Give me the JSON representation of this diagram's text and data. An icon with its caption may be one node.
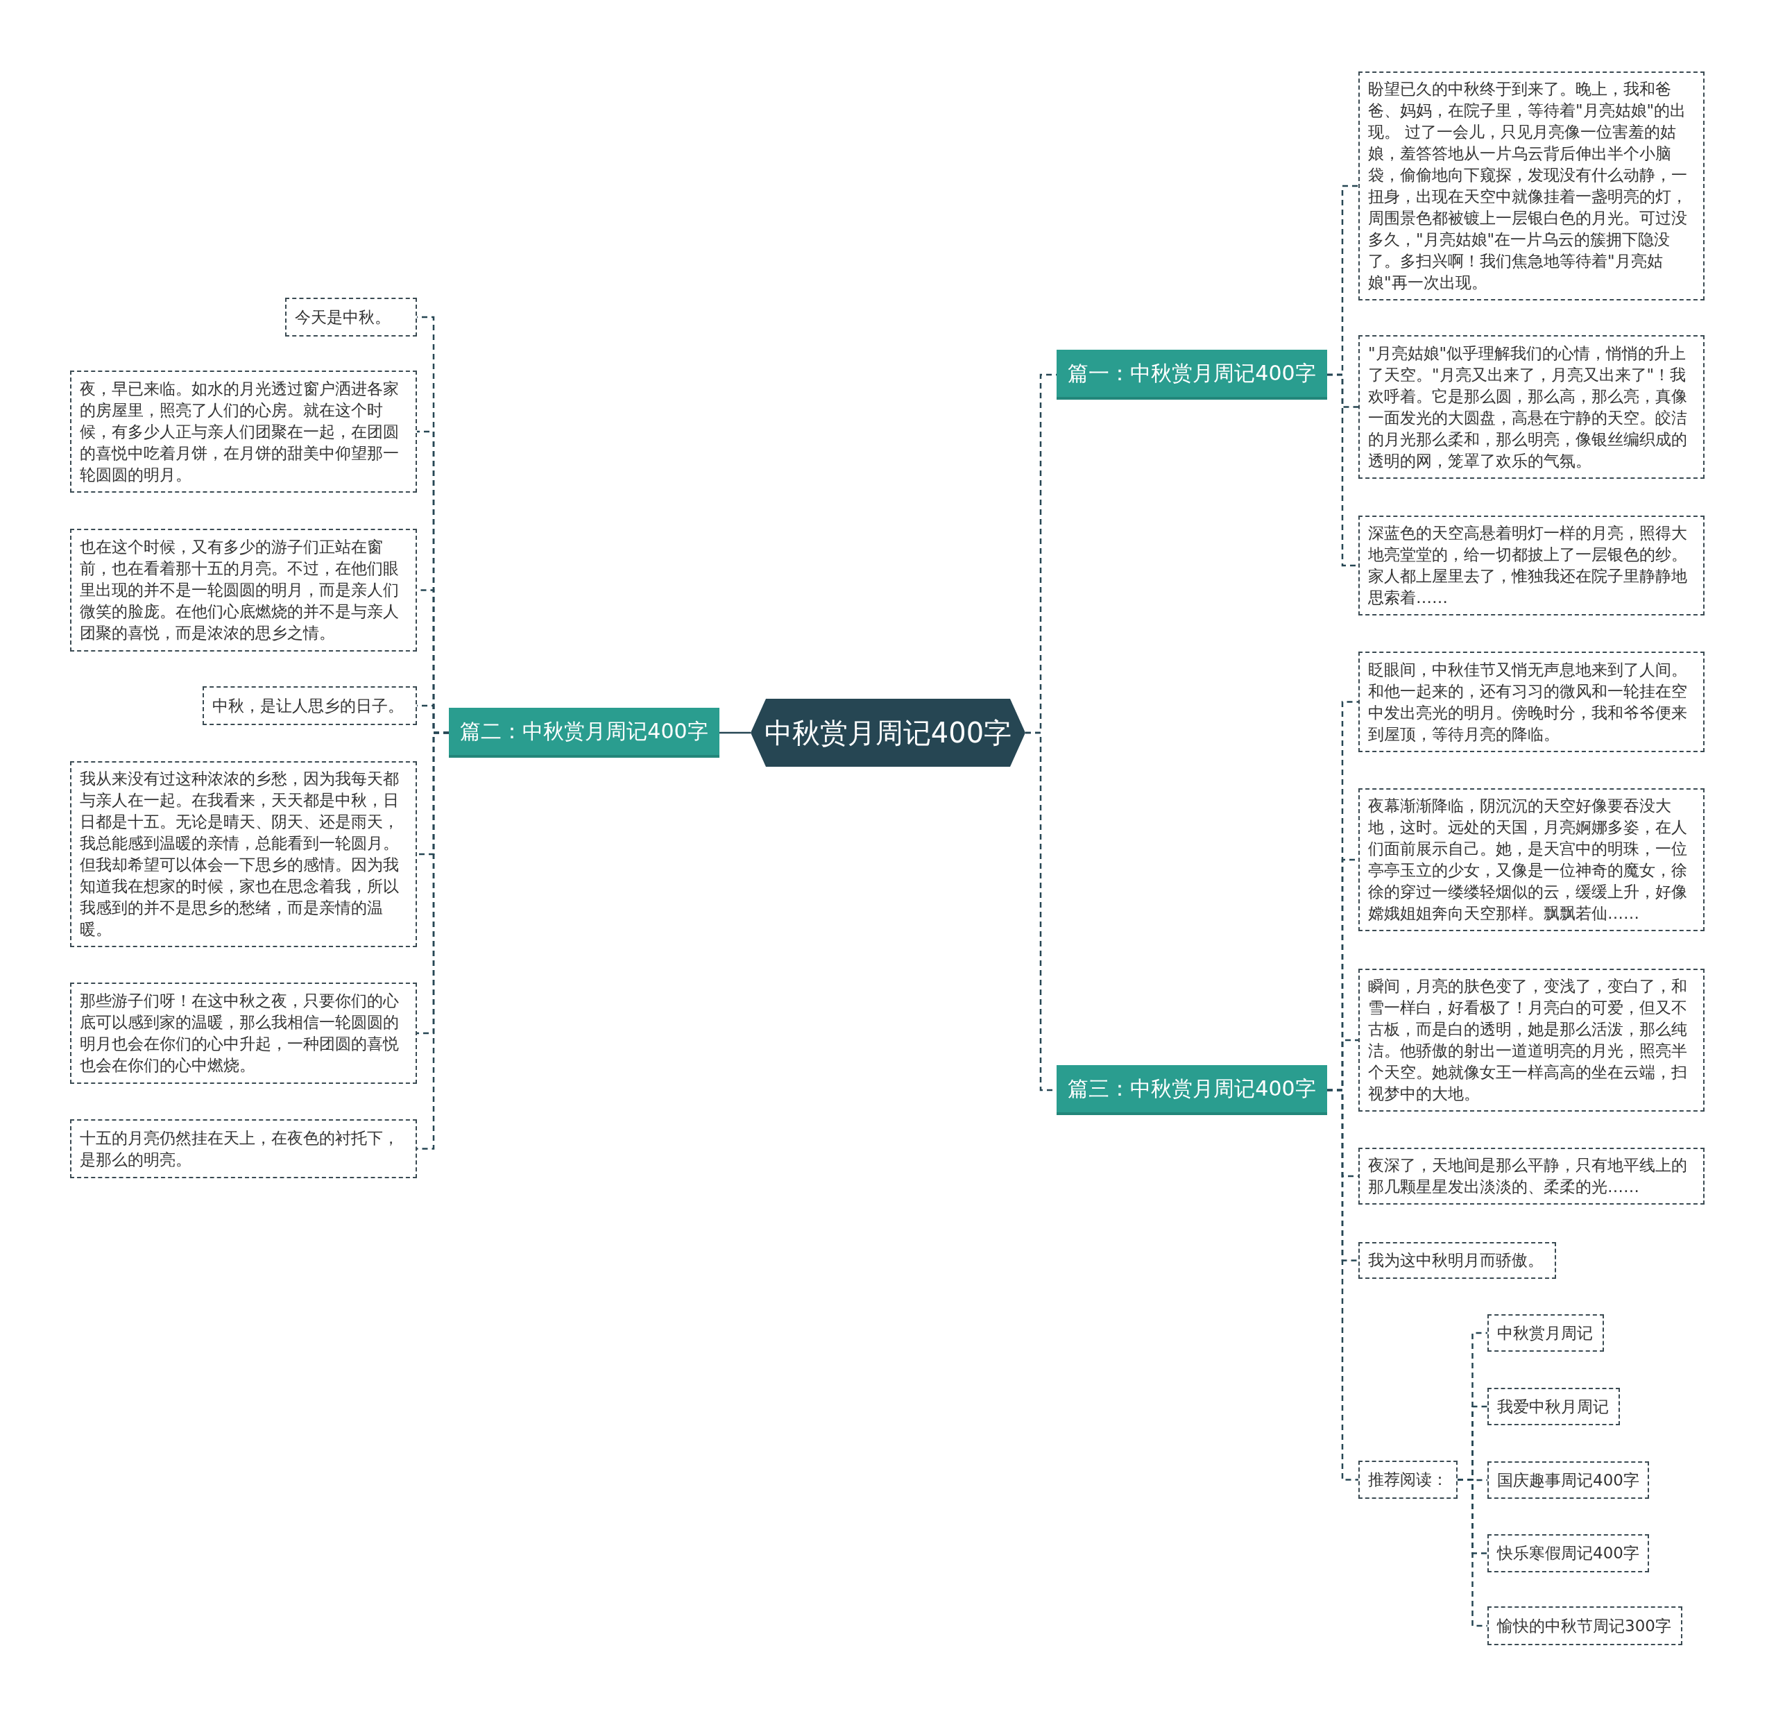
{
  "diagram": {
    "nodes": [
      {
        "text": [
          "中秋赏月周记400字"
        ]
      },
      {
        "text": [
          "篇一：中秋赏月周记400字"
        ]
      },
      {
        "text": [
          "篇二：中秋赏月周记400字"
        ]
      },
      {
        "text": [
          "篇三：中秋赏月周记400字"
        ]
      },
      {
        "text": [
          "盼望已久的中秋终于到来了。晚上，我和爸爸、妈妈，在院子里，等待着\"月亮姑娘\"的出现。 过了一会儿，只见月亮像一位害羞的姑娘，羞答答地从一片乌云背后伸出半个小脑袋，偷偷地向下窥探，发现没有什么动静，一扭身，出现在天空中就像挂着一盏明亮的灯，周围景色都被镀上一层银白色的月光。可过没多久，\"月亮姑娘\"在一片乌云的簇拥下隐没了。多扫兴啊！我们焦急地等待着\"月亮姑娘\"再一次出现。"
        ]
      },
      {
        "text": [
          "\"月亮姑娘\"似乎理解我们的心情，悄悄的升上了天空。\"月亮又出来了，月亮又出来了\"！我欢呼着。它是那么圆，那么高，那么亮，真像一面发光的大圆盘，高悬在宁静的天空。皎洁的月光那么柔和，那么明亮，像银丝编织成的透明的网，笼罩了欢乐的气氛。"
        ]
      },
      {
        "text": [
          "深蓝色的天空高悬着明灯一样的月亮，照得大地亮堂堂的，给一切都披上了一层银色的纱。家人都上屋里去了，惟独我还在院子里静静地思索着……"
        ]
      },
      {
        "text": [
          "眨眼间，中秋佳节又悄无声息地来到了人间。和他一起来的，还有习习的微风和一轮挂在空中发出亮光的明月。傍晚时分，我和爷爷便来到屋顶，等待月亮的降临。"
        ]
      },
      {
        "text": [
          "夜幕渐渐降临，阴沉沉的天空好像要吞没大地，这时。远处的天国，月亮婀娜多姿，在人们面前展示自己。她，是天宫中的明珠，一位亭亭玉立的少女，又像是一位神奇的魔女，徐徐的穿过一缕缕轻烟似的云，缓缓上升，好像嫦娥姐姐奔向天空那样。飘飘若仙……"
        ]
      },
      {
        "text": [
          "瞬间，月亮的肤色变了，变浅了，变白了，和雪一样白，好看极了！月亮白的可爱，但又不古板，而是白的透明，她是那么活泼，那么纯洁。他骄傲的射出一道道明亮的月光，照亮半个天空。她就像女王一样高高的坐在云端，扫视梦中的大地。"
        ]
      },
      {
        "text": [
          "夜深了，天地间是那么平静，只有地平线上的那几颗星星发出淡淡的、柔柔的光……"
        ]
      },
      {
        "text": [
          "我为这中秋明月而骄傲。"
        ]
      },
      {
        "text": [
          "推荐阅读："
        ]
      },
      {
        "text": [
          "中秋赏月周记"
        ]
      },
      {
        "text": [
          "我爱中秋月周记"
        ]
      },
      {
        "text": [
          "国庆趣事周记400字"
        ]
      },
      {
        "text": [
          "快乐寒假周记400字"
        ]
      },
      {
        "text": [
          "愉快的中秋节周记300字"
        ]
      },
      {
        "text": [
          "今天是中秋。"
        ]
      },
      {
        "text": [
          "夜，早已来临。如水的月光透过窗户洒进各家的房屋里，照亮了人们的心房。就在这个时候，有多少人正与亲人们团聚在一起，在团圆的喜悦中吃着月饼，在月饼的甜美中仰望那一轮圆圆的明月。"
        ]
      },
      {
        "text": [
          "也在这个时候，又有多少的游子们正站在窗前，也在看着那十五的月亮。不过，在他们眼里出现的并不是一轮圆圆的明月，而是亲人们微笑的脸庞。在他们心底燃烧的并不是与亲人团聚的喜悦，而是浓浓的思乡之情。"
        ]
      },
      {
        "text": [
          "中秋，是让人思乡的日子。"
        ]
      },
      {
        "text": [
          "我从来没有过这种浓浓的乡愁，因为我每天都与亲人在一起。在我看来，天天都是中秋，日日都是十五。无论是晴天、阴天、还是雨天，我总能感到温暖的亲情，总能看到一轮圆月。但我却希望可以体会一下思乡的感情。因为我知道我在想家的时候，家也在思念着我，所以我感到的并不是思乡的愁绪，而是亲情的温暖。"
        ]
      },
      {
        "text": [
          "那些游子们呀！在这中秋之夜，只要你们的心底可以感到家的温暖，那么我相信一轮圆圆的明月也会在你们的心中升起，一种团圆的喜悦也会在你们的心中燃烧。"
        ]
      },
      {
        "text": [
          "十五的月亮仍然挂在天上，在夜色的衬托下，是那么的明亮。"
        ]
      }
    ],
    "edges": [
      {
        "from": 0,
        "to": 1,
        "arrow": "none",
        "style": "dashed"
      },
      {
        "from": 0,
        "to": 2,
        "arrow": "none"
      },
      {
        "from": 0,
        "to": 3,
        "arrow": "none",
        "style": "dashed"
      },
      {
        "from": 1,
        "to": 4,
        "arrow": "none",
        "style": "dashed"
      },
      {
        "from": 1,
        "to": 5,
        "arrow": "none",
        "style": "dashed"
      },
      {
        "from": 1,
        "to": 6,
        "arrow": "none",
        "style": "dashed"
      },
      {
        "from": 3,
        "to": 7,
        "arrow": "none",
        "style": "dashed"
      },
      {
        "from": 3,
        "to": 8,
        "arrow": "none",
        "style": "dashed"
      },
      {
        "from": 3,
        "to": 9,
        "arrow": "none",
        "style": "dashed"
      },
      {
        "from": 3,
        "to": 10,
        "arrow": "none",
        "style": "dashed"
      },
      {
        "from": 3,
        "to": 11,
        "arrow": "none",
        "style": "dashed"
      },
      {
        "from": 3,
        "to": 12,
        "arrow": "none",
        "style": "dashed"
      },
      {
        "from": 12,
        "to": 13,
        "arrow": "none",
        "style": "dashed"
      },
      {
        "from": 12,
        "to": 14,
        "arrow": "none",
        "style": "dashed"
      },
      {
        "from": 12,
        "to": 15,
        "arrow": "none",
        "style": "dashed"
      },
      {
        "from": 12,
        "to": 16,
        "arrow": "none",
        "style": "dashed"
      },
      {
        "from": 12,
        "to": 17,
        "arrow": "none",
        "style": "dashed"
      },
      {
        "from": 2,
        "to": 18,
        "arrow": "none",
        "style": "dashed"
      },
      {
        "from": 2,
        "to": 19,
        "arrow": "none",
        "style": "dashed"
      },
      {
        "from": 2,
        "to": 20,
        "arrow": "none",
        "style": "dashed"
      },
      {
        "from": 2,
        "to": 21,
        "arrow": "none",
        "style": "dashed"
      },
      {
        "from": 2,
        "to": 22,
        "arrow": "none",
        "style": "dashed"
      },
      {
        "from": 2,
        "to": 23,
        "arrow": "none",
        "style": "dashed"
      },
      {
        "from": 2,
        "to": 24,
        "arrow": "none",
        "style": "dashed"
      }
    ]
  }
}
